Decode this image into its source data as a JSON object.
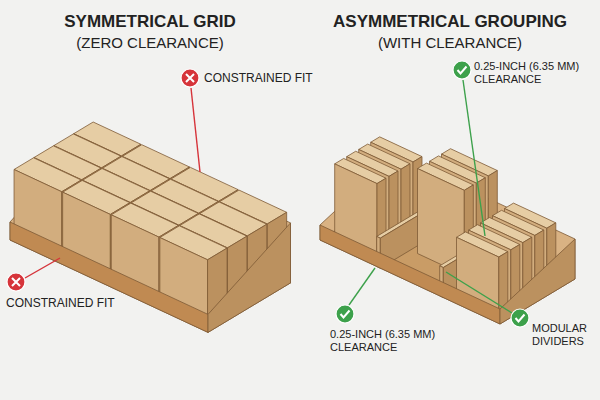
{
  "diagram": {
    "labels": [
      "SYMMETRICAL GRID",
      "(ZERO CLEARANCE)",
      "CONSTRAINED FIT",
      "CONSTRAINED FIT",
      "ASYMMETRICAL GROUPING",
      "(WITH CLEARANCE)",
      "0.25-INCH (6.35 MM) CLEARANCE",
      "0.25-INCH (6.35 MM) CLEARANCE",
      "MODULAR DIVIDERS"
    ]
  }
}
